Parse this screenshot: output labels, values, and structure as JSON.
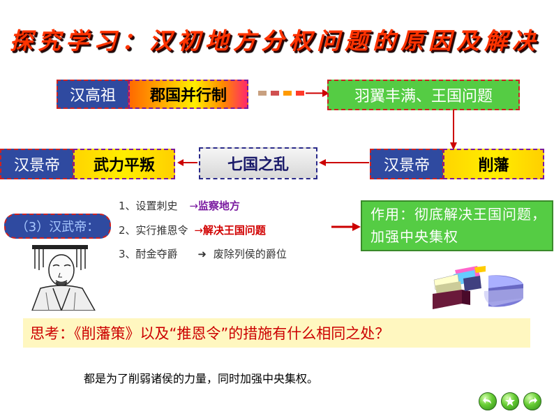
{
  "title": "探究学习：汉初地方分权问题的原因及解决",
  "row1": {
    "ruler": "汉高祖",
    "policy": "郡国并行制",
    "result": "羽翼丰满、王国问题"
  },
  "row2": {
    "ruler_left": "汉景帝",
    "action_left": "武力平叛",
    "event": "七国之乱",
    "ruler_right": "汉景帝",
    "action_right": "削藩"
  },
  "wudi": {
    "label": "（3）汉武帝：",
    "steps": [
      {
        "num": "1、",
        "text": "设置刺史",
        "arrow": "→",
        "result": "监察地方"
      },
      {
        "num": "2、",
        "text": "实行推恩令",
        "arrow": "→",
        "result": "解决王国问题"
      },
      {
        "num": "3、",
        "text": "酎金夺爵",
        "arrow": "➜",
        "result": "废除列侯的爵位"
      }
    ],
    "effect": "作用：彻底解决王国问题，加强中央集权"
  },
  "question": "思考：《削藩策》以及“推恩令”的措施有什么相同之处？",
  "answer": "都是为了削弱诸侯的力量，同时加强中央集权。",
  "nav": {
    "back_icon": "back-arrow-icon",
    "home_icon": "star-icon",
    "forward_icon": "forward-arrow-icon"
  },
  "colors": {
    "title": "#ff3300",
    "blue_box": "#2f4aa0",
    "green_box": "#55cc44",
    "arrow_red": "#cc0000",
    "question_bg": "#fff7c0"
  }
}
